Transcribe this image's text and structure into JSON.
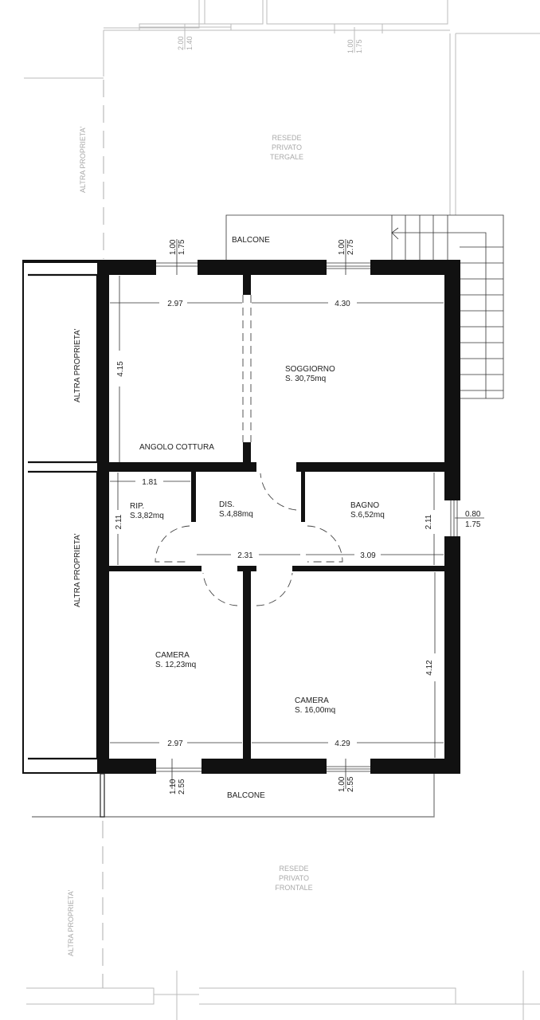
{
  "plan": {
    "outdoor": {
      "rear_yard": [
        "RESEDE",
        "PRIVATO",
        "TERGALE"
      ],
      "front_yard": [
        "RESEDE",
        "PRIVATO",
        "FRONTALE"
      ],
      "other_property": "ALTRA PROPRIETA'",
      "balcony_label": "BALCONE"
    },
    "rooms": {
      "kitchen": {
        "name": "ANGOLO COTTURA",
        "width": "2.97",
        "depth": "4.15"
      },
      "living": {
        "name": "SOGGIORNO",
        "area": "S. 30,75mq",
        "width": "4.30"
      },
      "storage": {
        "name": "RIP.",
        "area": "S.3,82mq",
        "width": "1.81",
        "depth": "2.11"
      },
      "hall": {
        "name": "DIS.",
        "area": "S.4,88mq",
        "width": "2.31"
      },
      "bath": {
        "name": "BAGNO",
        "area": "S.6,52mq",
        "width": "3.09",
        "depth": "2.11"
      },
      "bedroom1": {
        "name": "CAMERA",
        "area": "S. 12,23mq",
        "width": "2.97"
      },
      "bedroom2": {
        "name": "CAMERA",
        "area": "S. 16,00mq",
        "width": "4.29",
        "depth": "4.12"
      }
    },
    "openings": {
      "rear_top_left": [
        "2.00",
        "1.40"
      ],
      "rear_top_right": [
        "1.00",
        "1.75"
      ],
      "kitchen_window": [
        "1.00",
        "1.75"
      ],
      "living_door": [
        "1.00",
        "2.75"
      ],
      "bath_window": [
        "0.80",
        "1.75"
      ],
      "bedroom1_door": [
        "1.10",
        "2.55"
      ],
      "bedroom2_door": [
        "1.00",
        "2.55"
      ]
    },
    "colors": {
      "walls": "#111111",
      "annotations_gray": "#aaaaaa"
    }
  }
}
